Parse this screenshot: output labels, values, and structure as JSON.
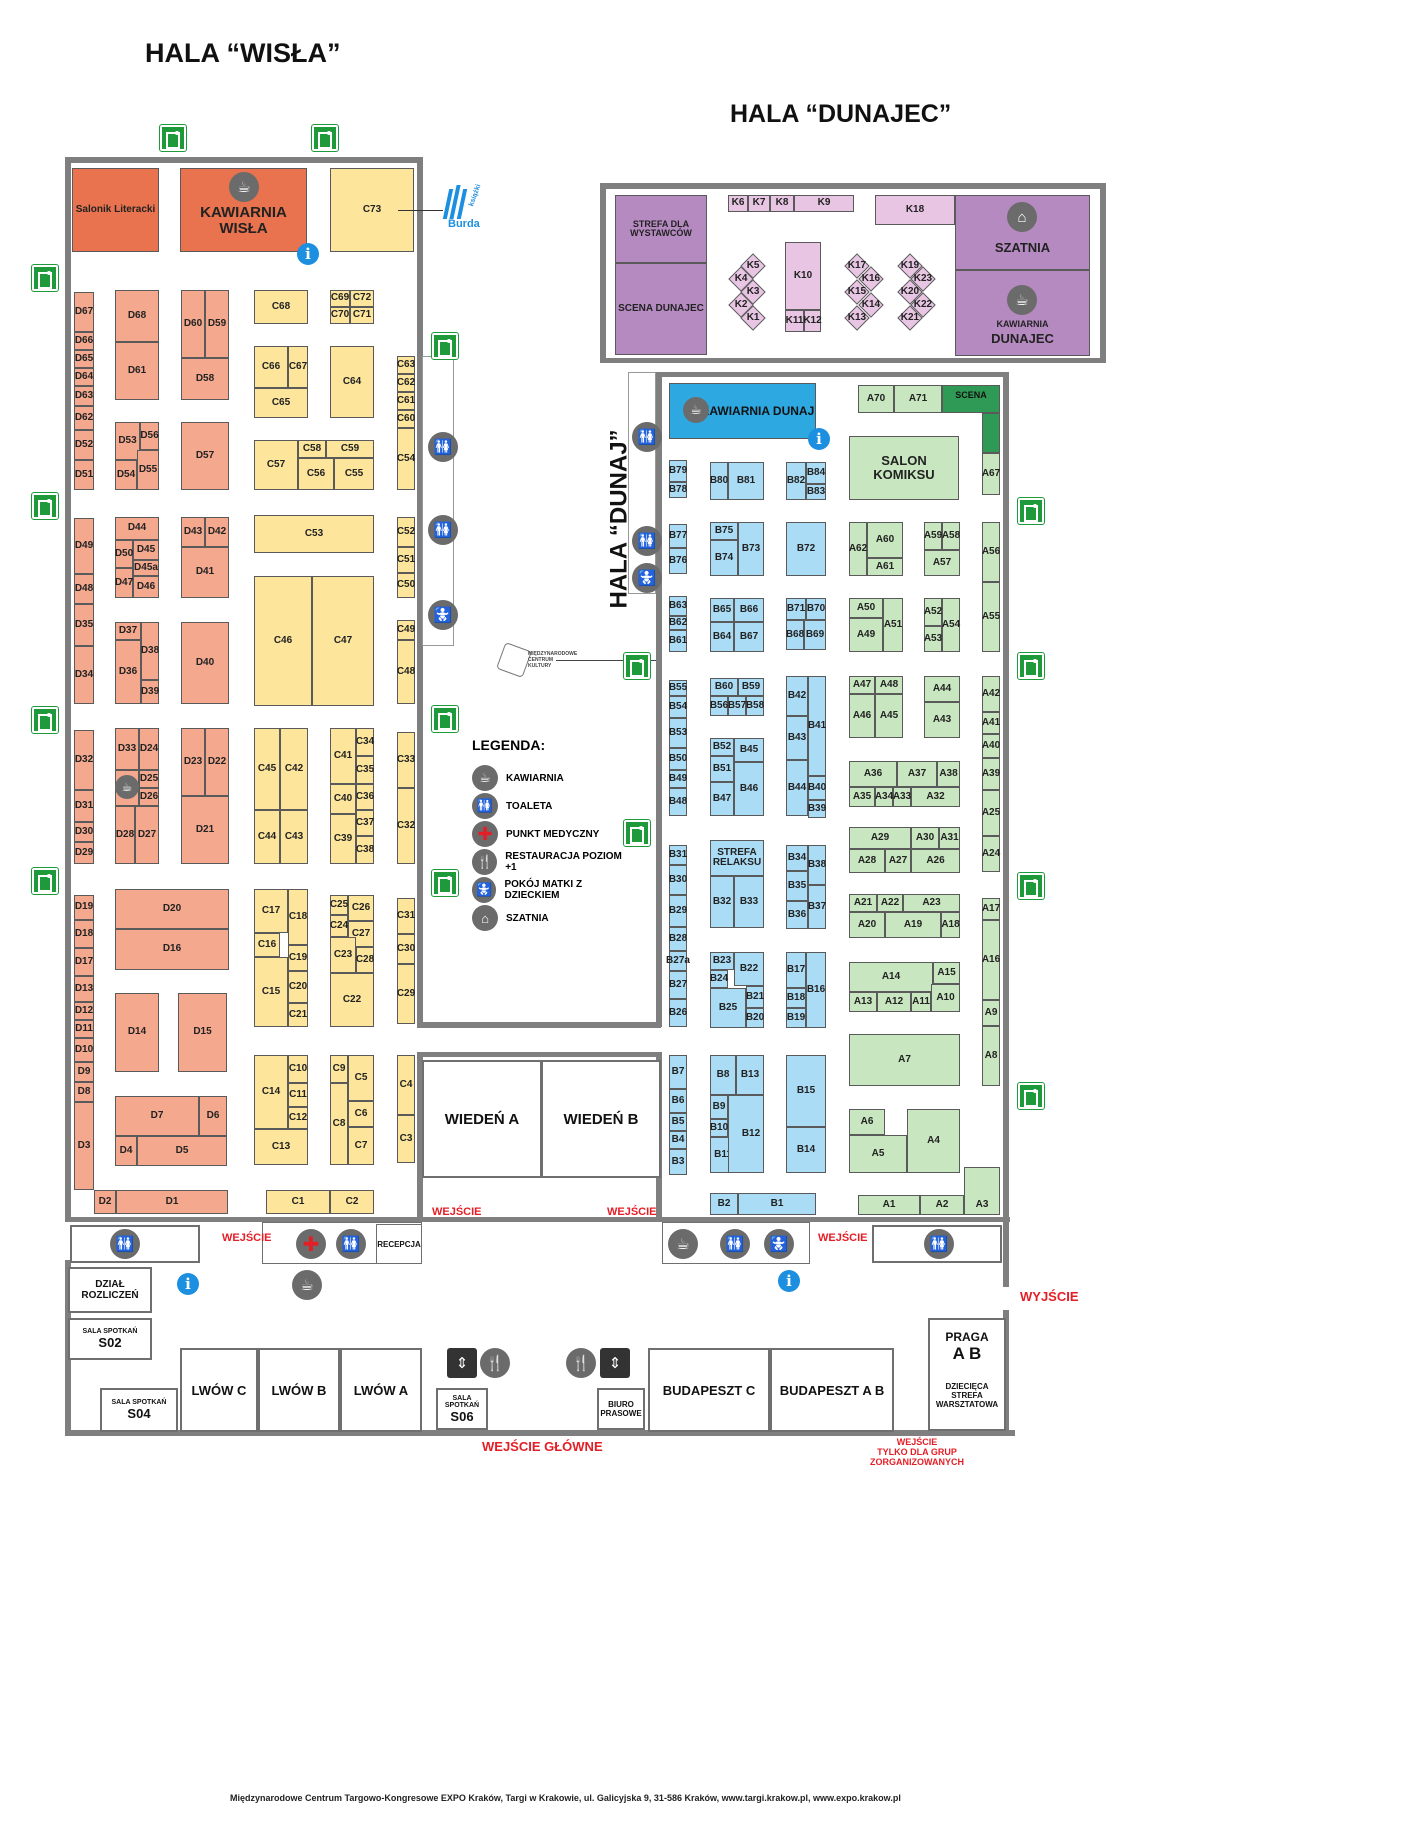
{
  "halls": {
    "wisla": "HALA “WISŁA”",
    "dunajec": "HALA “DUNAJEC”",
    "dunaj": "HALA “DUNAJ”"
  },
  "special": {
    "salonik": "Salonik Literacki",
    "kawiarnia_wisla": "KAWIARNIA WISŁA",
    "strefa_wystawcow": "STREFA DLA WYSTAWCÓW",
    "scena_dunajec": "SCENA DUNAJEC",
    "szatnia": "SZATNIA",
    "kawiarnia_dunajec_1": "KAWIARNIA",
    "kawiarnia_dunajec_2": "DUNAJEC",
    "kawiarnia_dunaj": "KAWIARNIA DUNAJ",
    "scena": "SCENA",
    "salon_komiksu": "SALON KOMIKSU",
    "strefa_relaksu": "STREFA RELAKSU",
    "wieden_a": "WIEDEŃ A",
    "wieden_b": "WIEDEŃ B",
    "recepcja": "RECEPCJA",
    "dzial": "DZIAŁ ROZLICZEŃ",
    "sala_spotkan": "SALA SPOTKAŃ",
    "s02": "S02",
    "s04": "S04",
    "s06": "S06",
    "lwow_c": "LWÓW C",
    "lwow_b": "LWÓW B",
    "lwow_a": "LWÓW A",
    "budapeszt_c": "BUDAPESZT C",
    "budapeszt_ab": "BUDAPESZT A B",
    "biuro": "BIURO PRASOWE",
    "praga": "PRAGA",
    "praga_ab": "A B",
    "dziecieca": "DZIECIĘCA STREFA WARSZTATOWA",
    "burda_1": "książki",
    "burda_2": "Burda",
    "mck": "MIĘDZYNARODOWE CENTRUM KULTURY"
  },
  "entrances": {
    "wejscie": "WEJŚCIE",
    "wyjscie": "WYJŚCIE",
    "glowne": "WEJŚCIE GŁÓWNE",
    "grupy_1": "WEJŚCIE",
    "grupy_2": "TYLKO DLA GRUP",
    "grupy_3": "ZORGANIZOWANYCH"
  },
  "legend": {
    "title": "LEGENDA:",
    "items": [
      {
        "label": "KAWIARNIA",
        "icon": "coffee-icon"
      },
      {
        "label": "TOALETA",
        "icon": "toilet-icon"
      },
      {
        "label": "PUNKT MEDYCZNY",
        "icon": "medical-icon"
      },
      {
        "label": "RESTAURACJA  POZIOM +1",
        "icon": "restaurant-icon"
      },
      {
        "label": "POKÓJ MATKI Z DZIECKIEM",
        "icon": "baby-room-icon"
      },
      {
        "label": "SZATNIA",
        "icon": "cloakroom-icon"
      }
    ]
  },
  "footer": "Międzynarodowe Centrum Targowo-Kongresowe EXPO Kraków, Targi w Krakowie, ul. Galicyjska 9, 31-586 Kraków, www.targi.krakow.pl, www.expo.krakow.pl",
  "colors": {
    "hall_d": "#f4a98e",
    "hall_c": "#fde69c",
    "hall_b": "#aadcf5",
    "hall_a": "#c8e6bf",
    "hall_k": "#e8c6e3",
    "purple": "#b58ac1",
    "orange": "#e8734e",
    "exit_green": "#1e9a3b",
    "alert_red": "#e41e26",
    "info_blue": "#1c8fe0"
  }
}
